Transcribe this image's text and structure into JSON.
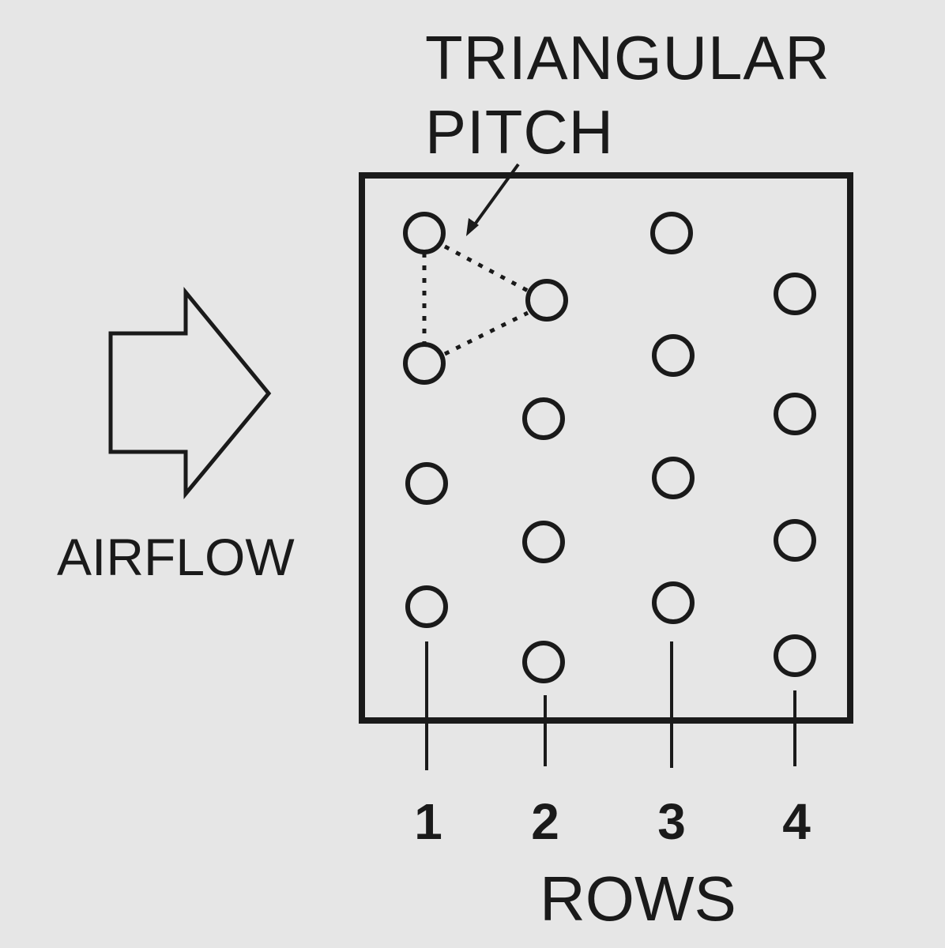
{
  "title": {
    "line1": "TRIANGULAR",
    "line2": "PITCH"
  },
  "airflow_label": "AIRFLOW",
  "rows_label": "ROWS",
  "row_numbers": [
    "1",
    "2",
    "3",
    "4"
  ],
  "tubes_per_row": [
    4,
    4,
    4,
    4
  ],
  "colors": {
    "background": "#e6e6e6",
    "ink": "#1a1a1a"
  },
  "icons": {
    "flow_arrow": "right-arrow-icon",
    "tube": "circle-outline-icon"
  }
}
